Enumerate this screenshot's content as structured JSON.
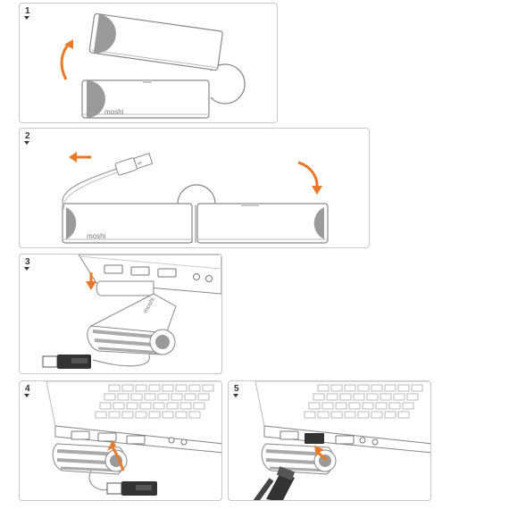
{
  "colors": {
    "accent": "#e8792a",
    "outline": "#888888",
    "half_moon": "#9a9a9a",
    "panel_border": "#c9c9c9"
  },
  "brand": "moshi",
  "steps": [
    {
      "number": "1",
      "arrow_icon": "curved-up-arrow-icon"
    },
    {
      "number": "2",
      "arrow_icon": "left-arrow-icon"
    },
    {
      "number": "3",
      "arrow_icon": "down-arrow-icon"
    },
    {
      "number": "4",
      "arrow_icon": "curved-up-arrow-icon"
    },
    {
      "number": "5",
      "arrow_icon": "diagonal-arrow-icon"
    }
  ]
}
